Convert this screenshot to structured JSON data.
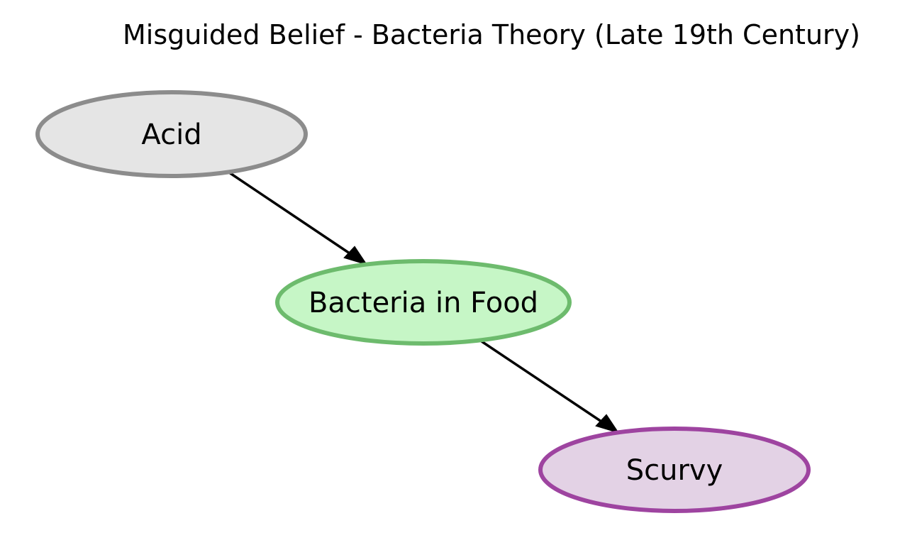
{
  "title": "Misguided Belief - Bacteria Theory (Late 19th Century)",
  "nodes": [
    {
      "id": "acid",
      "label": "Acid",
      "fill": "#e5e5e5",
      "stroke": "#8c8c8c"
    },
    {
      "id": "bacteria",
      "label": "Bacteria in Food",
      "fill": "#c6f6c6",
      "stroke": "#6dbb6d"
    },
    {
      "id": "scurvy",
      "label": "Scurvy",
      "fill": "#e3d2e5",
      "stroke": "#9e44a0"
    }
  ],
  "edges": [
    {
      "from": "acid",
      "to": "bacteria"
    },
    {
      "from": "bacteria",
      "to": "scurvy"
    }
  ]
}
